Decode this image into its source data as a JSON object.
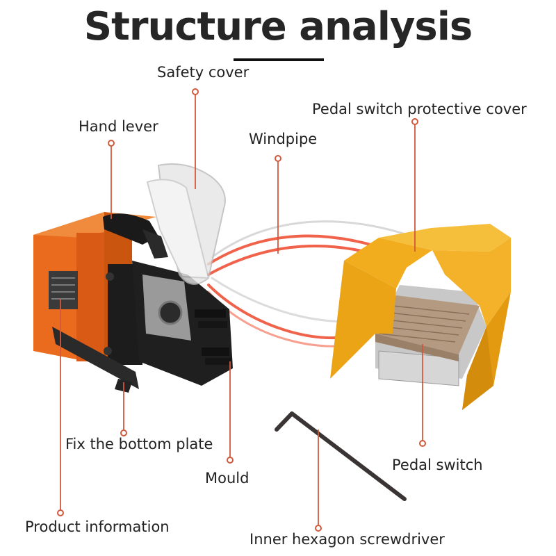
{
  "title": "Structure analysis",
  "callouts": {
    "safety_cover": "Safety cover",
    "hand_lever": "Hand lever",
    "windpipe": "Windpipe",
    "pedal_cover": "Pedal switch protective cover",
    "fix_bottom_plate": "Fix the bottom plate",
    "mould": "Mould",
    "pedal_switch": "Pedal switch",
    "product_info": "Product information",
    "hex_screwdriver": "Inner hexagon screwdriver"
  },
  "colors": {
    "leader": "#d2583c",
    "machine_orange": "#ea6a1e",
    "pedal_yellow": "#f2ad1e",
    "hose_red": "#f0624a",
    "pedal_plate": "#b49a80"
  }
}
